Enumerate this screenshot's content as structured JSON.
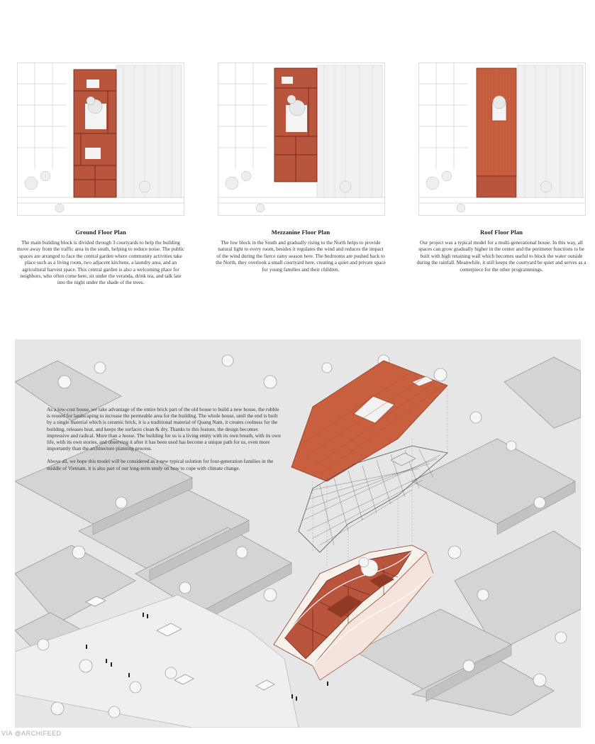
{
  "plans": [
    {
      "title": "Ground Floor Plan",
      "text": "The main building block is divided through 3 courtyards to help the building move away from the traffic area in the south, helping to reduce noise. The public spaces are arranged to face the central garden where community activities take place such as a living room, two adjacent kitchens, a laundry area, and an agricultural harvest space. This central garden is also a welcoming place for neighbors, who often come here, sit under the veranda, drink tea, and talk late into the night under the shade of the trees."
    },
    {
      "title": "Mezzanine Floor Plan",
      "text": "The low block in the South and gradually rising to the North helps to provide natural light to every room, besides it regulates the wind and reduces the impact of the wind during the fierce rainy season here. The bedrooms are pushed back to the North, they overlook a small courtyard here, creating a quiet and private space for young families and their children."
    },
    {
      "title": "Roof Floor Plan",
      "text": "Our project was a typical model for a multi-generational house. In this way, all spaces can grow gradually higher in the center and the perimeter functions to be built with high retaining wall which becomes useful to block the water outside during the rainfall. Meanwhile, it still keeps the courtyard be quiet and serves as a centerpiece for the other programmings."
    }
  ],
  "axonometric": {
    "paragraphs": [
      "As a low-cost house, we take advantage of the entire brick part of the old house to build a new house, the rubble is reused for landscaping to increase the permeable area for the building. The whole house, until the end is built by a single material which is ceramic brick, it is a traditional material of Quang Nam, it creates coolness for the building, releases heat, and keeps the surfaces clean & dry. Thanks to this feature, the design becomes impressive and radical. More than a house. The building for us is a living entity with its own breath, with its own life, with its own stories, and observing it after it has been used has become a unique path for us, even more importantly than the architecture planning process.",
      "Above all, we hope this model will be considered as a new typical solution for four-generation families in the middle of Vietnam, it is also part of our long-term study on how to cope with climate change."
    ]
  },
  "credit": "VIA @ARCHIFEED",
  "colors": {
    "brick": "#b9553c",
    "brick_dark": "#8f3a26",
    "roof": "#c8603f",
    "grid_line": "#555555",
    "ground": "#e6e6e6",
    "block": "#d2d2d2"
  }
}
